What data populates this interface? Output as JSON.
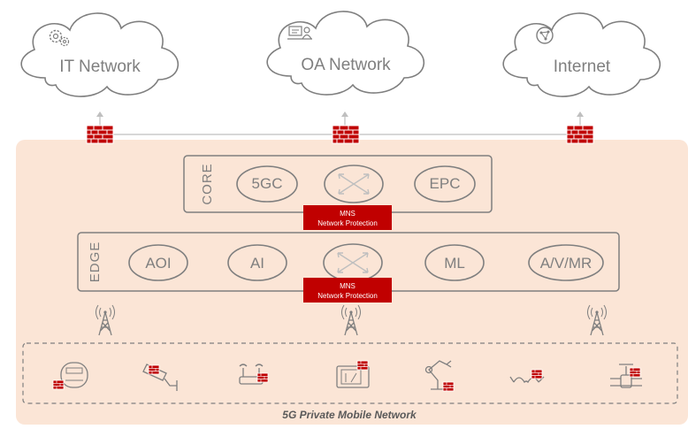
{
  "clouds": [
    {
      "label": "IT Network",
      "icon": "gears-icon"
    },
    {
      "label": "OA Network",
      "icon": "office-worker-icon"
    },
    {
      "label": "Internet",
      "icon": "globe-network-icon"
    }
  ],
  "core": {
    "label": "CORE",
    "nodes": [
      "5GC",
      "",
      "EPC"
    ]
  },
  "edge": {
    "label": "EDGE",
    "nodes": [
      "AOI",
      "AI",
      "",
      "ML",
      "A/V/MR"
    ]
  },
  "mns_badges": [
    {
      "line1": "MNS",
      "line2": "Network Protection"
    },
    {
      "line1": "MNS",
      "line2": "Network Protection"
    }
  ],
  "devices": [
    {
      "icon": "meter-icon"
    },
    {
      "icon": "camera-icon"
    },
    {
      "icon": "router-icon"
    },
    {
      "icon": "tablet-icon"
    },
    {
      "icon": "robot-arm-icon"
    },
    {
      "icon": "smart-glasses-icon"
    },
    {
      "icon": "valve-icon"
    }
  ],
  "footer": {
    "label": "5G Private Mobile Network"
  },
  "colors": {
    "panel": "#fbe5d6",
    "accent": "#c00000",
    "outline": "#7f7f7f",
    "text": "#7f7f7f"
  }
}
